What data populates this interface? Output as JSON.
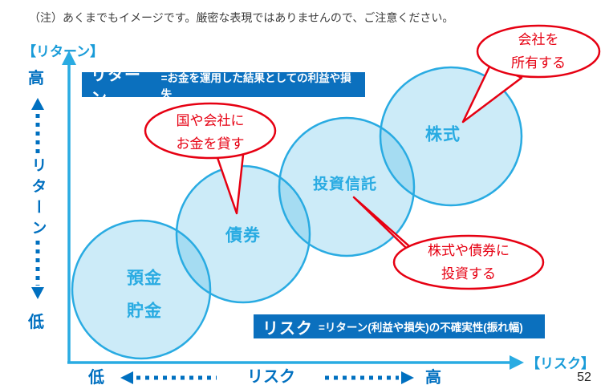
{
  "note": "（注）あくまでもイメージです。厳密な表現ではありませんので、ご注意ください。",
  "page_number": "52",
  "colors": {
    "axis_blue": "#29ABE2",
    "dark_blue": "#0070C0",
    "definition_box_blue": "#0B70BE",
    "circle_stroke": "#29ABE2",
    "circle_fill": "#CDEAF8",
    "circle_text": "#29ABE2",
    "callout_red": "#E60012",
    "bracket_title_blue": "#189BD8"
  },
  "y_axis": {
    "title": "【リターン】",
    "high": "高",
    "name": "リターン",
    "low": "低"
  },
  "x_axis": {
    "title": "【リスク】",
    "low": "低",
    "name": "リスク",
    "high": "高"
  },
  "definitions": {
    "return": {
      "term": "リターン",
      "text": "=お金を運用した結果としての利益や損失"
    },
    "risk": {
      "term": "リスク",
      "text": "=リターン(利益や損失)の不確実性(振れ幅)"
    }
  },
  "products": [
    {
      "lines": [
        "預金",
        "貯金"
      ]
    },
    {
      "lines": [
        "債券"
      ]
    },
    {
      "lines": [
        "投資信託"
      ]
    },
    {
      "lines": [
        "株式"
      ]
    }
  ],
  "callouts": [
    {
      "lines": [
        "国や会社に",
        "お金を貸す"
      ],
      "points_to": "債券"
    },
    {
      "lines": [
        "会社を",
        "所有する"
      ],
      "points_to": "株式"
    },
    {
      "lines": [
        "株式や債券に",
        "投資する"
      ],
      "points_to": "投資信託"
    }
  ]
}
